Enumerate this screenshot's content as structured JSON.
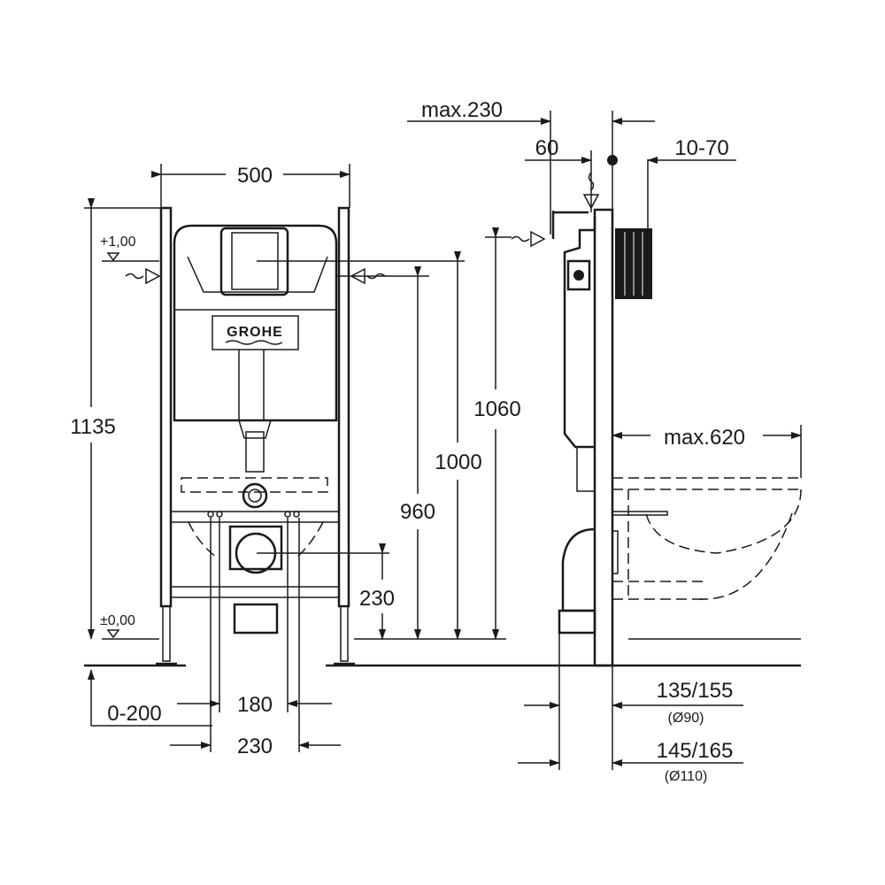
{
  "brand": "GROHE",
  "front_view": {
    "width": "500",
    "height_total": "1135",
    "level_top": "+1,00",
    "level_floor": "±0,00",
    "flush_height": "1060",
    "frame_height": "1000",
    "inlet_height": "960",
    "drain_height": "230",
    "floor_range": "0-200",
    "bolt_spacing_inner": "180",
    "bolt_spacing_outer": "230"
  },
  "side_view": {
    "max_depth": "max.230",
    "inlet_offset": "60",
    "plate_range": "10-70",
    "bowl_projection": "max.620",
    "drain_offset_90": "135/155",
    "pipe_90": "(Ø90)",
    "drain_offset_110": "145/165",
    "pipe_110": "(Ø110)"
  }
}
